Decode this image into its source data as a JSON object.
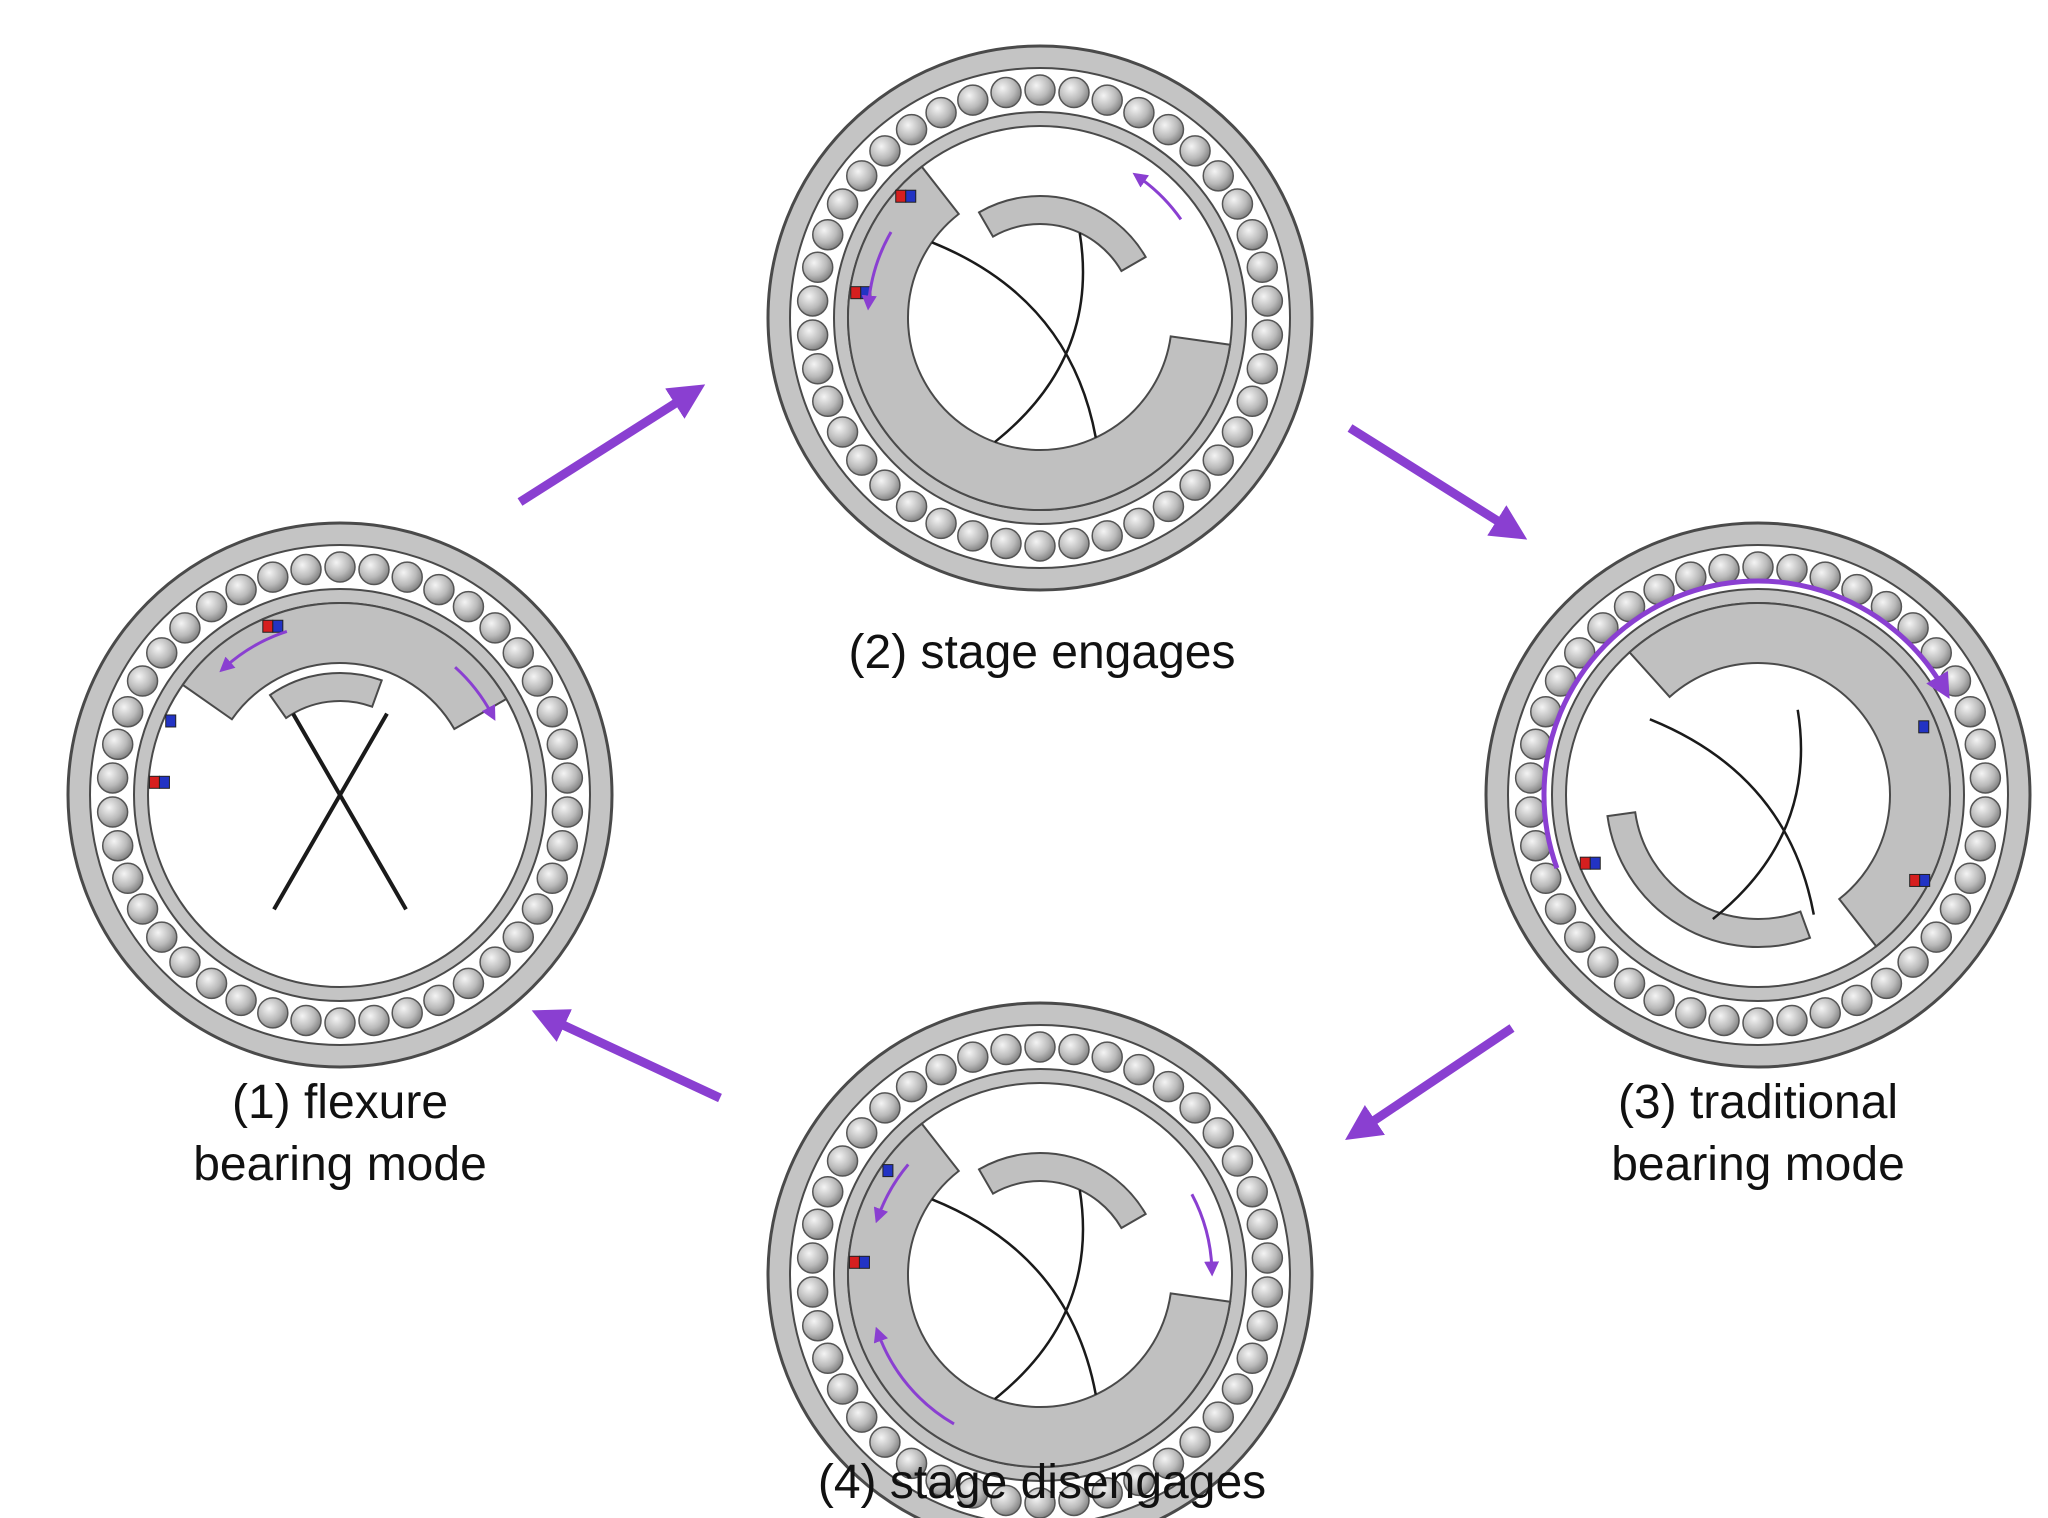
{
  "stages": [
    {
      "id": "flexure",
      "caption_lines": [
        "(1) flexure",
        "bearing mode"
      ]
    },
    {
      "id": "engages",
      "caption_lines": [
        "(2) stage engages"
      ]
    },
    {
      "id": "traditional",
      "caption_lines": [
        "(3) traditional",
        "bearing mode"
      ]
    },
    {
      "id": "disengages",
      "caption_lines": [
        "(4) stage disengages"
      ]
    }
  ],
  "colors": {
    "housing": "#c4c4c4",
    "housing_stroke": "#4a4a4a",
    "ball": "#b8b8b8",
    "ball_highlight": "#eeeeee",
    "stage": "#c0c0c0",
    "flexure_line": "#1a1a1a",
    "accent": "#8a3fd1",
    "magnet_red": "#d61f1f",
    "magnet_blue": "#2233c4"
  },
  "icons": [
    "ball-bearing-icon",
    "magnet-icon",
    "cycle-arrow-icon"
  ]
}
